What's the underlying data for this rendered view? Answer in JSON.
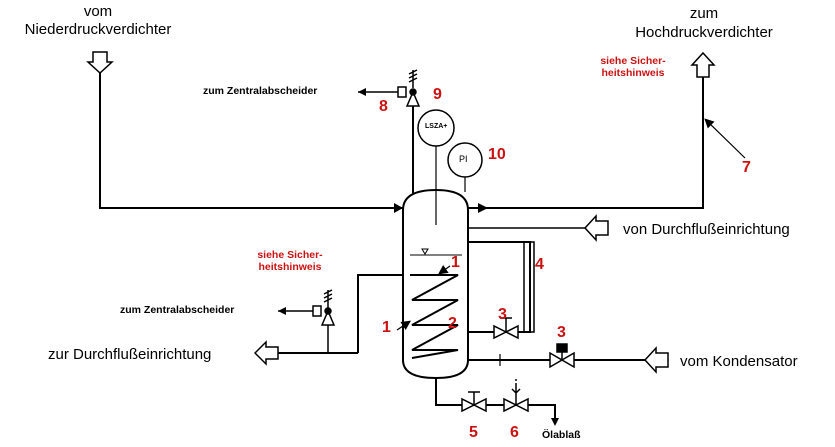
{
  "labels": {
    "vom_nieder_line1": "vom",
    "vom_nieder_line2": "Niederdruckverdichter",
    "zum_hoch_line1": "zum",
    "zum_hoch_line2": "Hochdruckverdichter",
    "safety_note_top_line1": "siehe Sicher-",
    "safety_note_top_line2": "heitshinweis",
    "safety_note_mid_line1": "siehe Sicher-",
    "safety_note_mid_line2": "heitshinweis",
    "zentralabscheider_top": "zum Zentralabscheider",
    "zentralabscheider_mid": "zum Zentralabscheider",
    "von_durchfluss": "von Durchflußeinrichtung",
    "zur_durchfluss": "zur Durchflußeinrichtung",
    "vom_kondensator": "vom Kondensator",
    "oelablass": "Ölablaß"
  },
  "instruments": {
    "lsza": "LSZA+",
    "pi": "PI"
  },
  "numbers": {
    "n8": "8",
    "n9": "9",
    "n10": "10",
    "n7": "7",
    "n4": "4",
    "n1_top": "1",
    "n1_left": "1",
    "n2": "2",
    "n3_inner": "3",
    "n3_right": "3",
    "n5": "5",
    "n6": "6"
  },
  "colors": {
    "line": "#000000",
    "marker": "#cc1111"
  }
}
